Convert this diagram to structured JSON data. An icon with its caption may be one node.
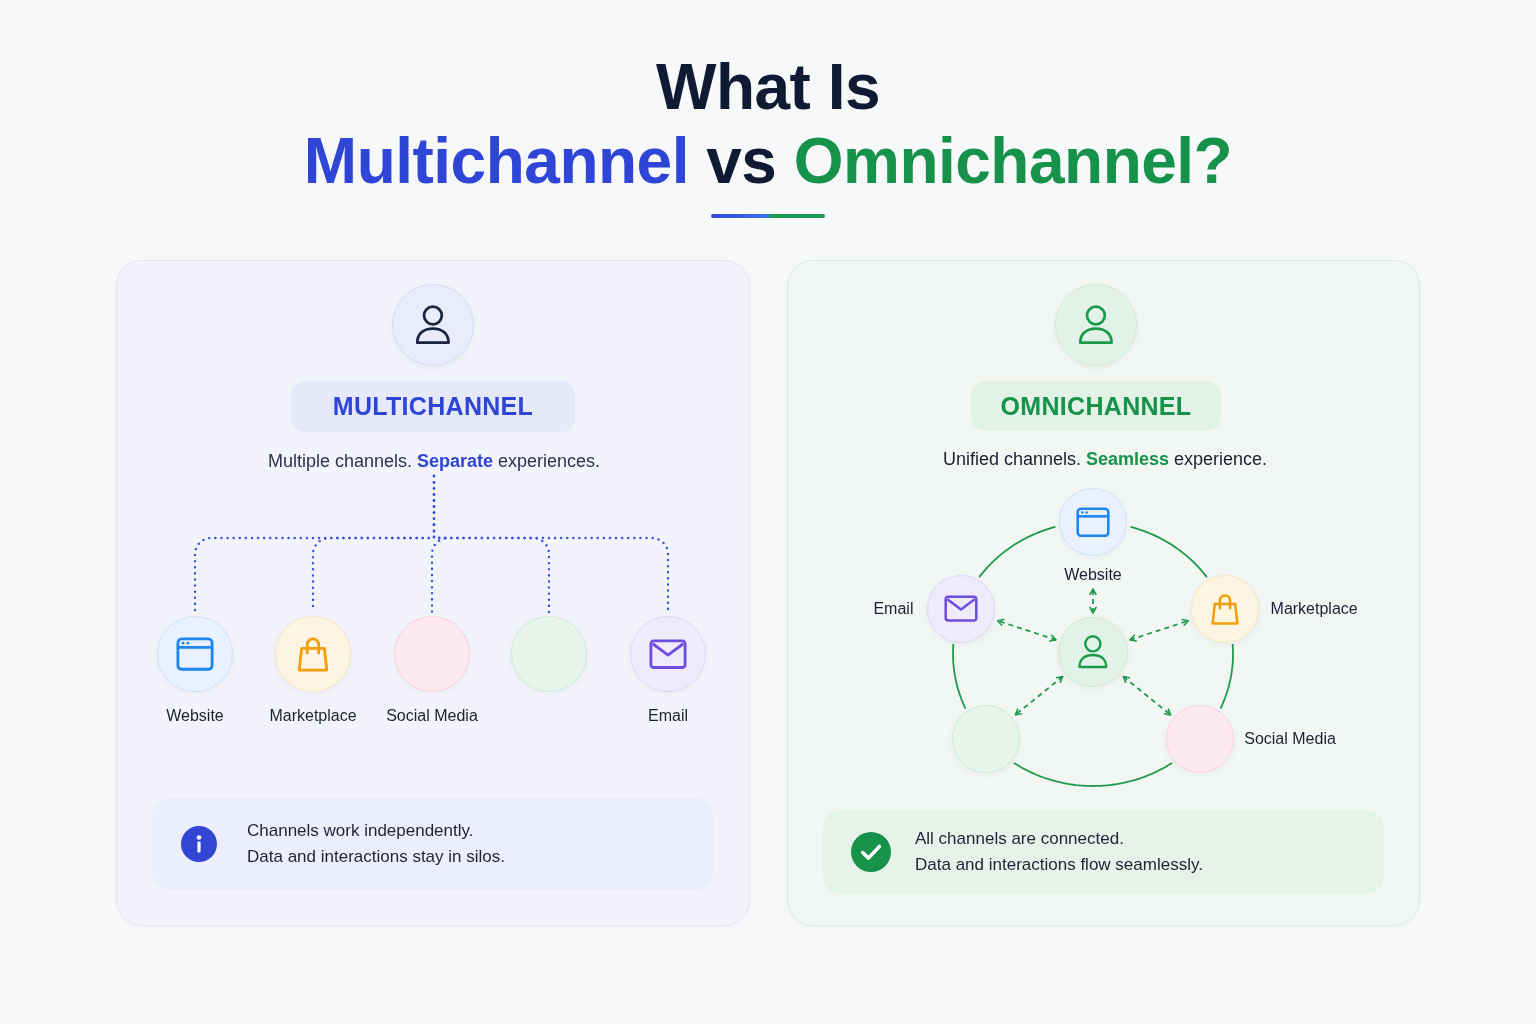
{
  "diagram": {
    "title": "What Is Multichannel vs Omnichannel?",
    "nodes": [
      {
        "text": [],
        "shape": "box"
      },
      {
        "text": [],
        "shape": "person",
        "in": 0
      },
      {
        "text": [
          "MULTICHANNEL"
        ],
        "in": 0
      },
      {
        "text": [
          "Multiple channels. **Separate** experiences."
        ],
        "in": 0
      },
      {
        "text": [
          "Website"
        ],
        "in": 0
      },
      {
        "text": [
          "Marketplace"
        ],
        "in": 0
      },
      {
        "text": [
          "Social Media"
        ],
        "in": 0
      },
      {
        "text": [],
        "shape": "circle",
        "in": 0
      },
      {
        "text": [
          "Email"
        ],
        "in": 0
      },
      {
        "text": [
          "Channels work independently.",
          "Data and interactions stay in silos."
        ],
        "in": 0
      },
      {
        "text": [],
        "shape": "box"
      },
      {
        "text": [],
        "shape": "person",
        "in": 10
      },
      {
        "text": [
          "OMNICHANNEL"
        ],
        "in": 10
      },
      {
        "text": [
          "Website"
        ],
        "in": 10
      },
      {
        "text": [
          "Email"
        ],
        "in": 10
      },
      {
        "text": [],
        "shape": "person",
        "in": 10
      },
      {
        "text": [
          "Marketplace"
        ],
        "in": 10
      },
      {
        "text": [],
        "shape": "circle",
        "in": 10
      },
      {
        "text": [
          "Social Media"
        ],
        "in": 10
      },
      {
        "text": [
          "All channels are connected.",
          "Data and interactions flow seamlessly."
        ],
        "in": 10
      }
    ],
    "edges": [
      {
        "from": 3,
        "to": 4,
        "arrow": "none",
        "style": "dashed",
        "color": "#3b52e0"
      },
      {
        "from": 3,
        "to": 5,
        "arrow": "none",
        "style": "dashed",
        "color": "#3b52e0"
      },
      {
        "from": 3,
        "to": 6,
        "arrow": "none",
        "style": "dashed",
        "color": "#3b52e0"
      },
      {
        "from": 3,
        "to": 7,
        "arrow": "none",
        "style": "dashed",
        "color": "#3b52e0"
      },
      {
        "from": 3,
        "to": 8,
        "arrow": "none",
        "style": "dashed",
        "color": "#3b52e0"
      },
      {
        "from": 13,
        "to": 16,
        "arrow": "none"
      },
      {
        "from": 16,
        "to": 18,
        "arrow": "none"
      },
      {
        "from": 18,
        "to": 17,
        "arrow": "none"
      },
      {
        "from": 17,
        "to": 14,
        "arrow": "none"
      },
      {
        "from": 14,
        "to": 13,
        "arrow": "none"
      },
      {
        "from": 15,
        "to": 13,
        "arrow": "both",
        "style": "dashed"
      },
      {
        "from": 15,
        "to": 14,
        "arrow": "both",
        "style": "dashed"
      },
      {
        "from": 15,
        "to": 16,
        "arrow": "both",
        "style": "dashed"
      },
      {
        "from": 15,
        "to": 17,
        "arrow": "both",
        "style": "dashed"
      },
      {
        "from": 15,
        "to": 18,
        "arrow": "both",
        "style": "dashed"
      }
    ],
    "labels": [
      "Unified channels. **Seamless** experience."
    ]
  }
}
